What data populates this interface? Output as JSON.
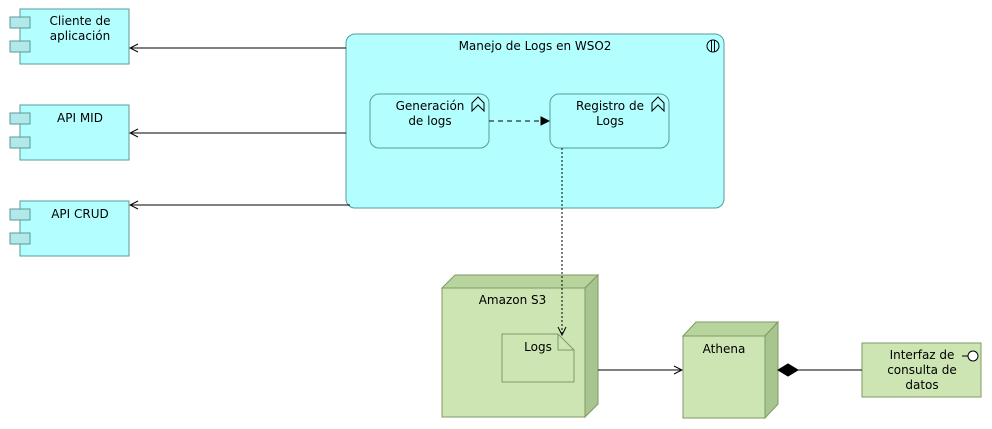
{
  "components": {
    "cliente": "Cliente de aplicación",
    "api_mid": "API MID",
    "api_crud": "API CRUD"
  },
  "wso2": {
    "title": "Manejo de Logs en WSO2",
    "generacion": "Generación de logs",
    "registro": "Registro de Logs"
  },
  "s3": {
    "title": "Amazon S3",
    "artifact": "Logs"
  },
  "athena": {
    "title": "Athena"
  },
  "interfaz": {
    "title": "Interfaz de consulta de datos"
  },
  "colors": {
    "component_fill": "#b3ffff",
    "component_stroke": "#5a9a9a",
    "node_fill": "#cce5b3",
    "node_side": "#a9c58f",
    "node_stroke": "#7f9a66",
    "line": "#000000"
  }
}
